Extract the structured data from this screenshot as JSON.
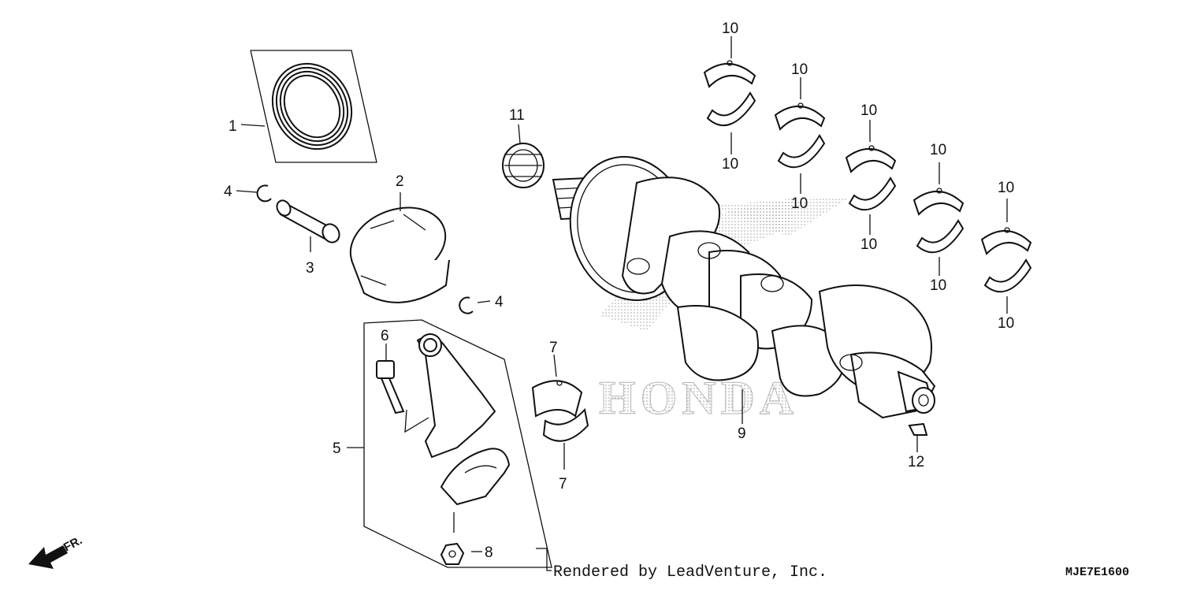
{
  "diagram": {
    "watermark_text": "HONDA",
    "direction_label": "FR.",
    "credit": "Rendered by LeadVenture, Inc.",
    "diagram_code": "MJE7E1600",
    "callouts": [
      {
        "id": "c1",
        "label": "1"
      },
      {
        "id": "c2",
        "label": "2"
      },
      {
        "id": "c3",
        "label": "3"
      },
      {
        "id": "c4a",
        "label": "4"
      },
      {
        "id": "c4b",
        "label": "4"
      },
      {
        "id": "c5",
        "label": "5"
      },
      {
        "id": "c6",
        "label": "6"
      },
      {
        "id": "c7a",
        "label": "7"
      },
      {
        "id": "c7b",
        "label": "7"
      },
      {
        "id": "c8",
        "label": "8"
      },
      {
        "id": "c9",
        "label": "9"
      },
      {
        "id": "c10a",
        "label": "10"
      },
      {
        "id": "c10b",
        "label": "10"
      },
      {
        "id": "c10c",
        "label": "10"
      },
      {
        "id": "c10d",
        "label": "10"
      },
      {
        "id": "c10e",
        "label": "10"
      },
      {
        "id": "c10f",
        "label": "10"
      },
      {
        "id": "c10g",
        "label": "10"
      },
      {
        "id": "c10h",
        "label": "10"
      },
      {
        "id": "c10i",
        "label": "10"
      },
      {
        "id": "c10j",
        "label": "10"
      },
      {
        "id": "c11",
        "label": "11"
      },
      {
        "id": "c12",
        "label": "12"
      }
    ]
  }
}
